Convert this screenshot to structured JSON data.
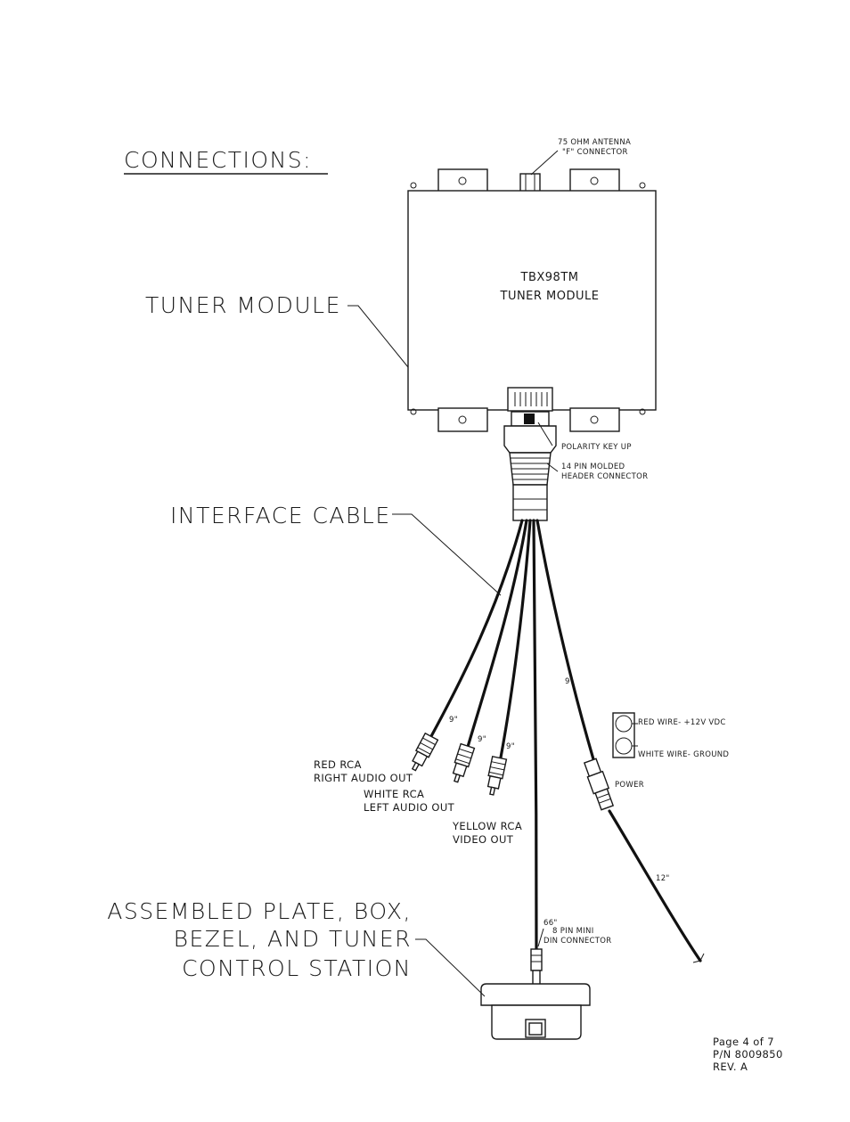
{
  "title": "CONNECTIONS:",
  "labels": {
    "tuner_module": "TUNER MODULE",
    "interface_cable": "INTERFACE CABLE",
    "assembled_1": "ASSEMBLED PLATE, BOX,",
    "assembled_2": "BEZEL, AND TUNER",
    "assembled_3": "CONTROL STATION"
  },
  "module": {
    "model": "TBX98TM",
    "name": "TUNER MODULE"
  },
  "antenna": {
    "line1": "75 OHM ANTENNA",
    "line2": "\"F\" CONNECTOR"
  },
  "connector_notes": {
    "polarity": "POLARITY KEY UP",
    "header_1": "14 PIN MOLDED",
    "header_2": "HEADER CONNECTOR"
  },
  "rca": {
    "red_1": "RED RCA",
    "red_2": "RIGHT AUDIO OUT",
    "white_1": "WHITE RCA",
    "white_2": "LEFT AUDIO OUT",
    "yellow_1": "YELLOW RCA",
    "yellow_2": "VIDEO OUT"
  },
  "power": {
    "label": "POWER",
    "red_wire": "RED WIRE- +12V VDC",
    "white_wire": "WHITE WIRE- GROUND"
  },
  "din": {
    "line1": "8 PIN MINI",
    "line2": "DIN CONNECTOR"
  },
  "lengths": {
    "red": "9\"",
    "white": "9\"",
    "yellow": "9\"",
    "power": "9\"",
    "din": "66\"",
    "power_tail": "12\""
  },
  "footer": {
    "page": "Page 4 of 7",
    "pn": "P/N 8009850",
    "rev": "REV. A"
  }
}
